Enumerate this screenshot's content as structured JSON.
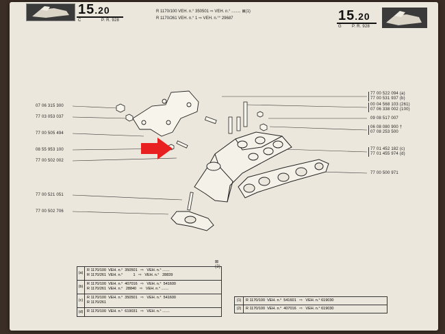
{
  "header": {
    "left_number": "15",
    "left_decimal": ".20",
    "left_c": "C",
    "left_pr": "P. R. 928",
    "right_number": "15",
    "right_decimal": ".20",
    "right_c": "G",
    "right_pr": "P. R. 928",
    "center_line1": "R 1170/100 VEH. n.° 350501  ⇨  VEH. n.° ........",
    "center_line1_suffix": "(1)",
    "center_line2": "R 1170/261 VEH. n.°          1  ⇨  VEH. n.°° 29687"
  },
  "left_parts": [
    "07 06 315 300",
    "77 03 053 037",
    "77 00 505 494",
    "08 55 953 100",
    "77 00 502 002",
    "77 00 521 051",
    "77 00 502 706"
  ],
  "right_parts": {
    "group1": [
      "77 00 522 094 (a)",
      "77 00 531 937 (b)"
    ],
    "group2": [
      "00 04 568 103 (261)",
      "07 06 338 002 (100)"
    ],
    "single1": "09 08 517 007",
    "group3": [
      "06 08 080 900 †",
      "07 08 253 500"
    ],
    "group4": [
      "77 01 452 182 (c)",
      "77 01 455 974 (d)"
    ],
    "single2": "77 00 500 971"
  },
  "table_main": {
    "note": "(2)",
    "rows": [
      {
        "key": "(a)",
        "text": "R 1170/100  VEH. n.°  350501   ⇨   VEH. n.° .......\nR 1170/261  VEH. n.°          1   ⇨   VEH. n.°   28839"
      },
      {
        "key": "(b)",
        "text": "R 1170/100  VEH. n.°  407016   ⇨   VEH. n.°  541600\nR 1170/261  VEH. n.°   28840   ⇨   VEH. n.° ......."
      },
      {
        "key": "(c)",
        "text": "R 1170/100  VEH. n.°  350501   ⇨   VEH. n.°  541600\nR 1170/261"
      },
      {
        "key": "(d)",
        "text": "R 1170/100  VEH. n.°  619031   ⇨   VEH. n.° ......."
      }
    ]
  },
  "table_side": {
    "rows": [
      {
        "key": "(1)",
        "text": "R 1170/100  VEH. n.°  541601   ⇨   VEH. n.° 619030"
      },
      {
        "key": "(2)",
        "text": "R 1170/100  VEH. n.°  407016   ⇨   VEH. n.° 619030"
      }
    ]
  },
  "colors": {
    "paper": "#ece7dc",
    "arrow": "#e8201f",
    "ink": "#1d1d1d"
  }
}
